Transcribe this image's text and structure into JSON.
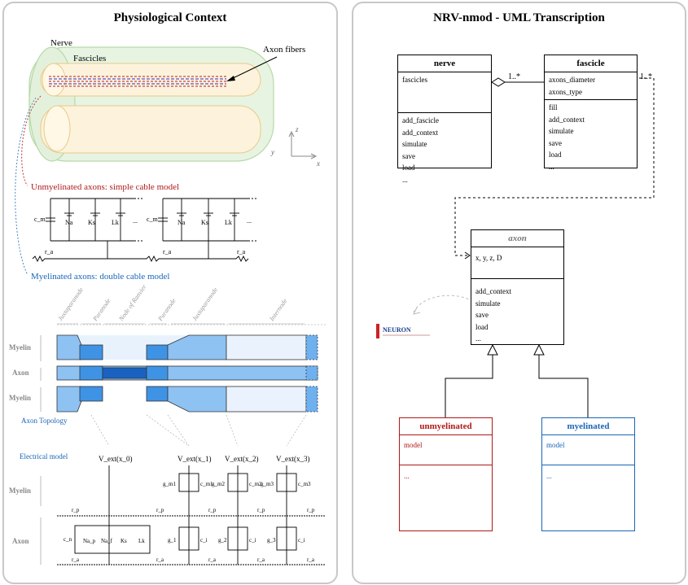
{
  "left": {
    "title": "Physiological Context",
    "labels": {
      "nerve": "Nerve",
      "fascicles": "Fascicles",
      "axon_fibers": "Axon fibers",
      "axis_z": "z",
      "axis_y": "y",
      "axis_x": "x",
      "unmyelinated": "Unmyelinated axons: simple cable model",
      "myelinated": "Myelinated axons: double cable model",
      "axon_topology": "Axon Topology",
      "electrical_model": "Electrical model"
    },
    "cable": {
      "cm": "c_m",
      "na": "Na",
      "ks": "Ks",
      "lk": "Lk",
      "dots": "...",
      "ra": "r_a"
    },
    "topology": {
      "regions": [
        "Juxtaparanode",
        "Paranode",
        "Node of Ranvier",
        "Paranode",
        "Juxtaparanode",
        "Internode"
      ],
      "rows": [
        "Myelin",
        "Axon",
        "Myelin"
      ]
    },
    "electrical": {
      "vext": [
        "V_ext(x_0)",
        "V_ext(x_1)",
        "V_ext(x_2)",
        "V_ext(x_3)"
      ],
      "rows": [
        "Myelin",
        "Axon"
      ],
      "gm": [
        "g_m1",
        "g_m2",
        "g_m3"
      ],
      "cmv": [
        "c_m1",
        "c_m2",
        "c_m3"
      ],
      "rp": "r_p",
      "ra": "r_a",
      "cn": "c_n",
      "nap": "Na_p",
      "naf": "Na_f",
      "ks": "Ks",
      "lk": "Lk",
      "g": [
        "g_1",
        "g_2",
        "g_3"
      ],
      "ci": "c_i"
    }
  },
  "right": {
    "title": "NRV-nmod - UML Transcription",
    "classes": {
      "nerve": {
        "name": "nerve",
        "attrs": [
          "fascicles"
        ],
        "methods": [
          "add_fascicle",
          "add_context",
          "simulate",
          "save",
          "load",
          "..."
        ]
      },
      "fascicle": {
        "name": "fascicle",
        "attrs": [
          "axons_diameter",
          "axons_type"
        ],
        "methods": [
          "fill",
          "add_context",
          "simulate",
          "save",
          "load",
          "..."
        ]
      },
      "axon": {
        "name": "axon",
        "attrs": [
          "x, y, z, D"
        ],
        "methods": [
          "add_context",
          "simulate",
          "save",
          "load",
          "..."
        ]
      },
      "unmyelinated": {
        "name": "unmyelinated",
        "attrs": [
          "model"
        ],
        "methods": [
          "..."
        ]
      },
      "myelinated": {
        "name": "myelinated",
        "attrs": [
          "model"
        ],
        "methods": [
          "..."
        ]
      }
    },
    "multiplicity": [
      "1..*",
      "1..*"
    ],
    "neuron_logo": "NEURON",
    "colors": {
      "unmyelinated": "#b01818",
      "myelinated": "#1a66b5"
    }
  }
}
